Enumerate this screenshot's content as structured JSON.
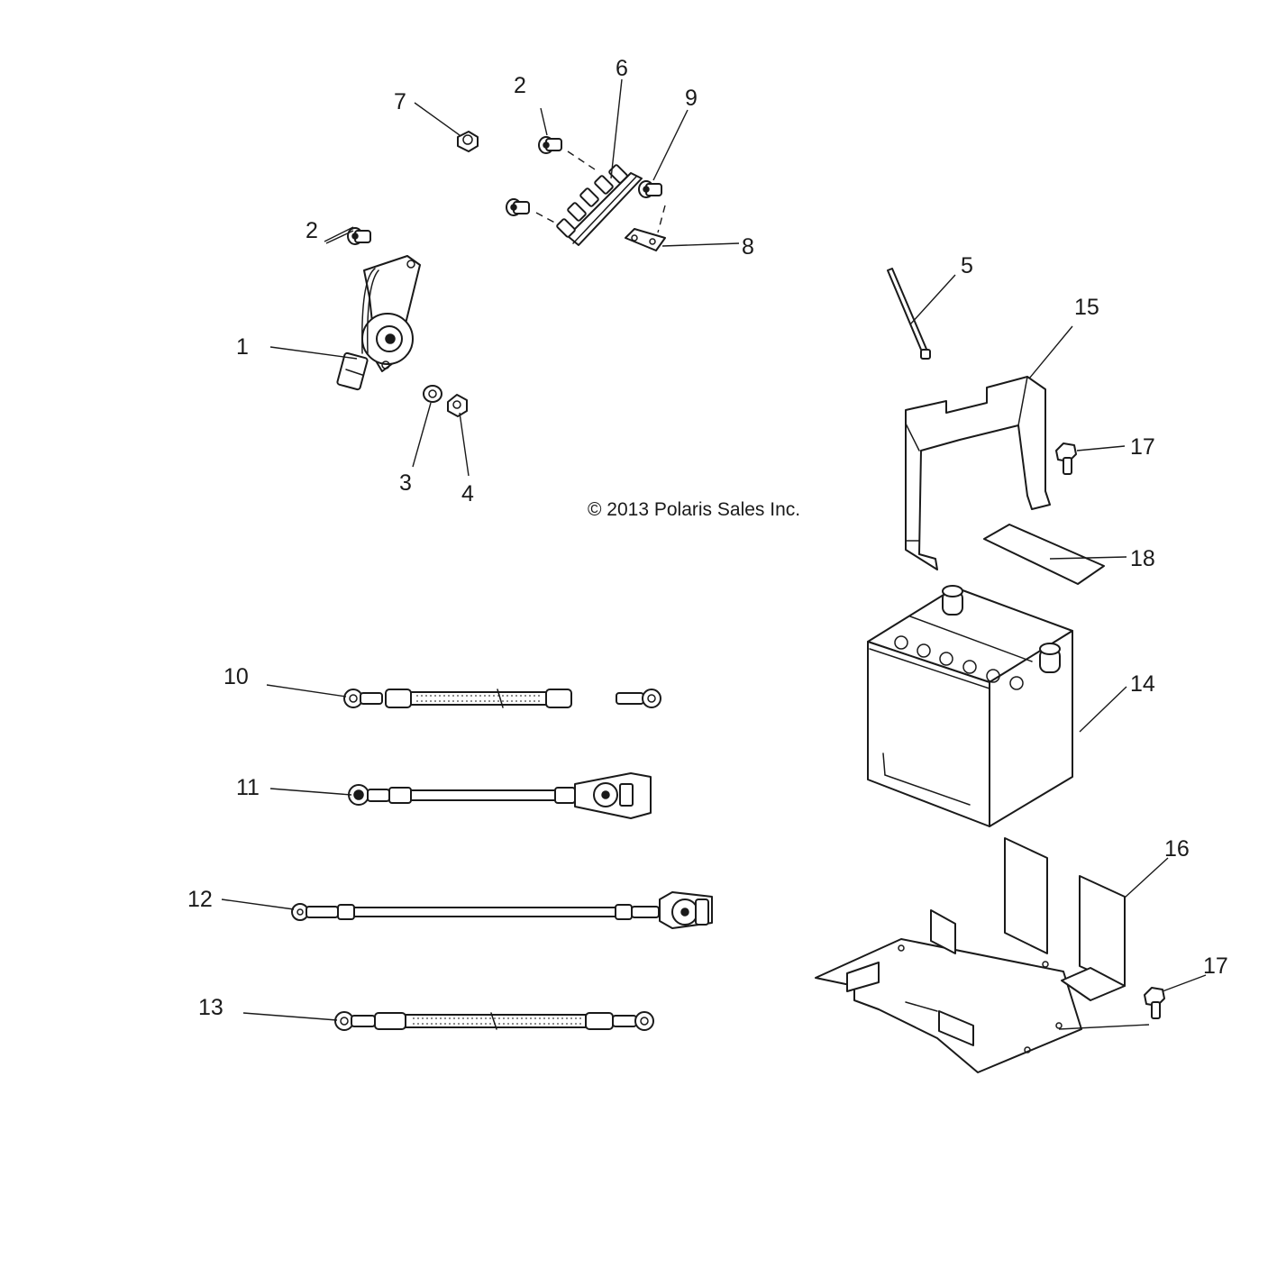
{
  "copyright": "© 2013 Polaris Sales Inc.",
  "callouts": {
    "c1": "1",
    "c2a": "2",
    "c2b": "2",
    "c3": "3",
    "c4": "4",
    "c5": "5",
    "c6": "6",
    "c7": "7",
    "c8": "8",
    "c9": "9",
    "c10": "10",
    "c11": "11",
    "c12": "12",
    "c13": "13",
    "c14": "14",
    "c15": "15",
    "c16": "16",
    "c17a": "17",
    "c17b": "17",
    "c18": "18"
  }
}
